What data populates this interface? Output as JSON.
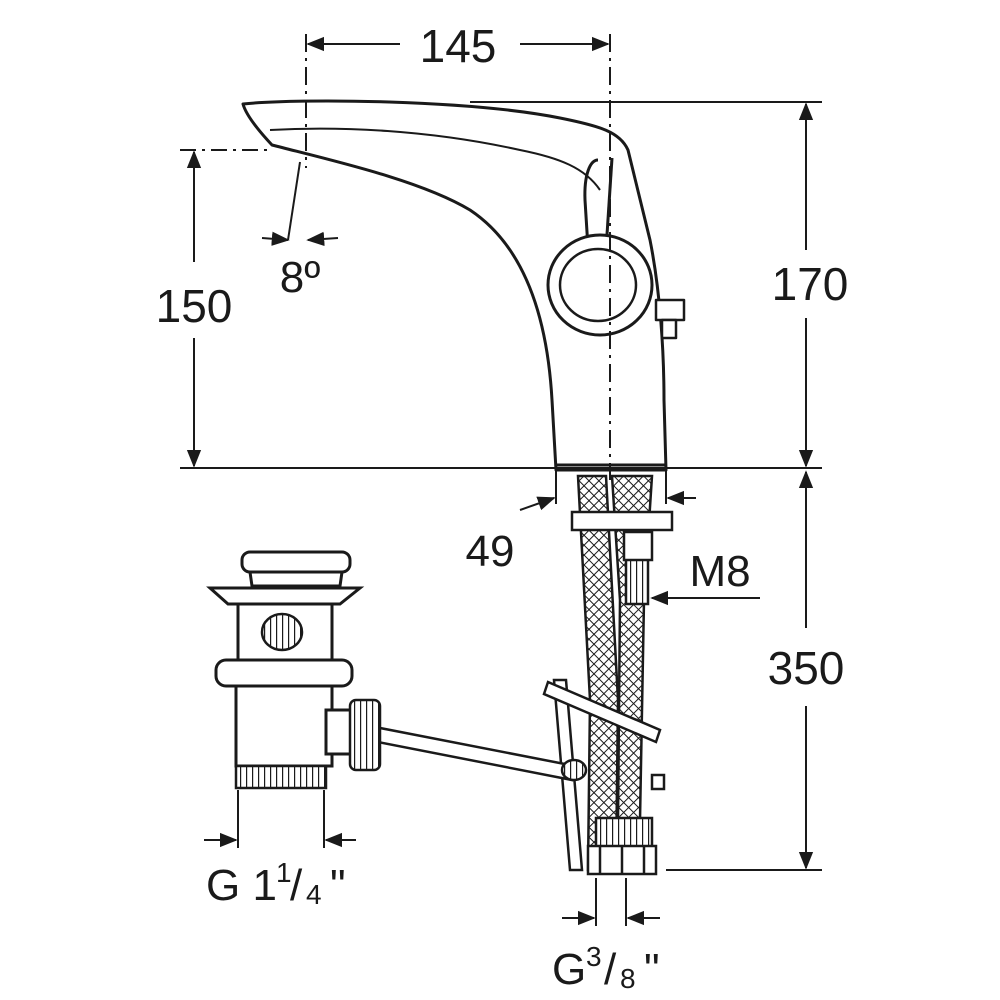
{
  "dimensions": {
    "spout_reach": "145",
    "total_height": "170",
    "spout_height": "150",
    "spout_angle": "8º",
    "base_diameter": "49",
    "fixing_thread": "M8",
    "hose_length": "350",
    "waste_thread_main": "G 1",
    "waste_thread_fraction_num": "1",
    "waste_thread_fraction_sep": "/",
    "waste_thread_fraction_den": "4",
    "waste_thread_unit": "\"",
    "hose_thread_main": "G",
    "hose_thread_fraction_num": "3",
    "hose_thread_fraction_sep": "/",
    "hose_thread_fraction_den": "8",
    "hose_thread_unit": "\""
  },
  "colors": {
    "line": "#1a1a1a",
    "fill": "#ffffff",
    "hatch": "#1a1a1a"
  }
}
